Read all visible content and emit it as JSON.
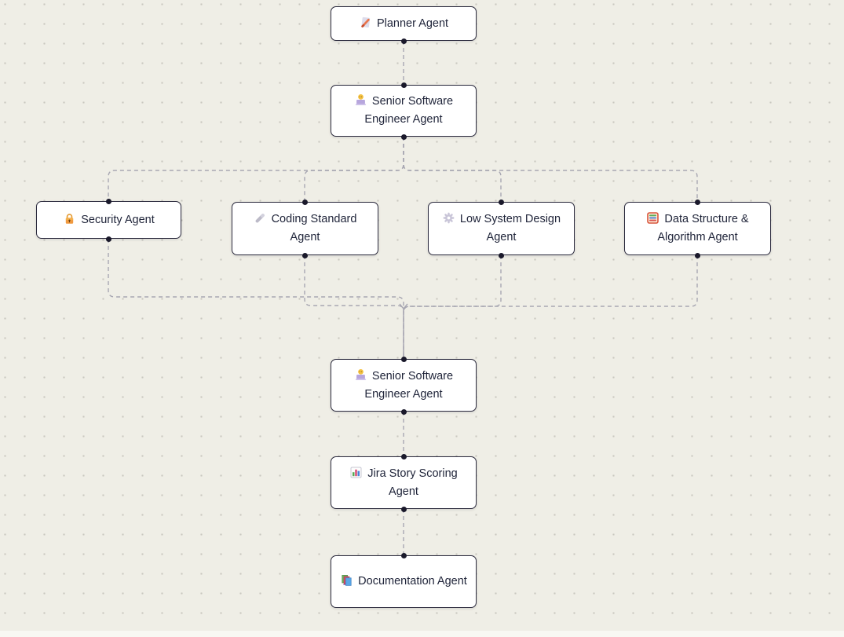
{
  "canvas": {
    "background_color": "#efeee6",
    "dot_grid_color": "#c9c8c0",
    "edge_color": "#a8a7b2",
    "node_border_color": "#2b2a3d",
    "node_background_color": "#ffffff",
    "node_text_color": "#20253a"
  },
  "diagram": {
    "type": "agent-workflow-flowchart",
    "nodes": [
      {
        "id": "planner",
        "label": "Planner Agent",
        "icon": "memo-icon"
      },
      {
        "id": "senior-swe-1",
        "label": "Senior Software Engineer Agent",
        "icon": "technologist-icon"
      },
      {
        "id": "security",
        "label": "Security Agent",
        "icon": "lock-icon"
      },
      {
        "id": "coding-standard",
        "label": "Coding Standard Agent",
        "icon": "pencil-icon"
      },
      {
        "id": "low-system-design",
        "label": "Low System Design Agent",
        "icon": "gear-icon"
      },
      {
        "id": "data-structure-algorithm",
        "label": "Data Structure & Algorithm Agent",
        "icon": "abacus-icon"
      },
      {
        "id": "senior-swe-2",
        "label": "Senior Software Engineer Agent",
        "icon": "technologist-icon"
      },
      {
        "id": "jira-story-scoring",
        "label": "Jira Story Scoring Agent",
        "icon": "bar-chart-icon"
      },
      {
        "id": "documentation",
        "label": "Documentation Agent",
        "icon": "books-icon"
      }
    ],
    "edges": [
      {
        "from": "planner",
        "to": "senior-swe-1"
      },
      {
        "from": "senior-swe-1",
        "to": "security"
      },
      {
        "from": "senior-swe-1",
        "to": "coding-standard"
      },
      {
        "from": "senior-swe-1",
        "to": "low-system-design"
      },
      {
        "from": "senior-swe-1",
        "to": "data-structure-algorithm"
      },
      {
        "from": "security",
        "to": "senior-swe-2"
      },
      {
        "from": "coding-standard",
        "to": "senior-swe-2"
      },
      {
        "from": "low-system-design",
        "to": "senior-swe-2"
      },
      {
        "from": "data-structure-algorithm",
        "to": "senior-swe-2"
      },
      {
        "from": "senior-swe-2",
        "to": "jira-story-scoring"
      },
      {
        "from": "jira-story-scoring",
        "to": "documentation"
      }
    ]
  }
}
